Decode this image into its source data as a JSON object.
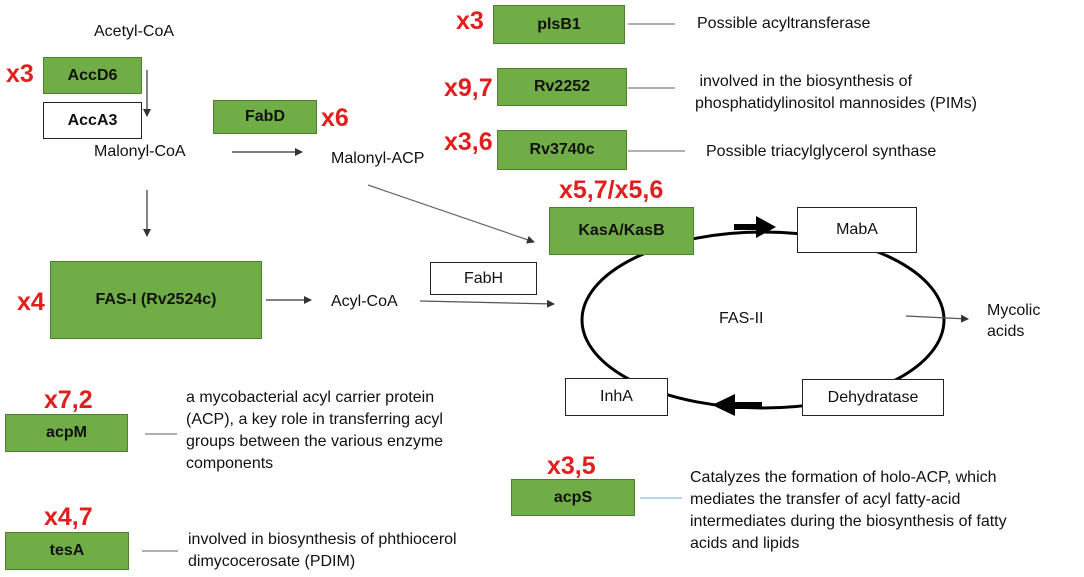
{
  "metabolites": {
    "acetyl_coa": "Acetyl-CoA",
    "malonyl_coa": "Malonyl-CoA",
    "malonyl_acp": "Malonyl-ACP",
    "acyl_coa": "Acyl-CoA",
    "fas_ii": "FAS-II",
    "mycolic_acids": "Mycolic\nacids"
  },
  "enzymes": {
    "accd6": {
      "label": "AccD6",
      "fold": "x3"
    },
    "acca3": {
      "label": "AccA3"
    },
    "fabd": {
      "label": "FabD",
      "fold": "x6"
    },
    "fas_i": {
      "label": "FAS-I (Rv2524c)",
      "fold": "x4"
    },
    "fabh": {
      "label": "FabH"
    },
    "kasab": {
      "label": "KasA/KasB",
      "fold": "x5,7/x5,6"
    },
    "maba": {
      "label": "MabA"
    },
    "inha": {
      "label": "InhA"
    },
    "dehydratase": {
      "label": "Dehydratase"
    }
  },
  "annotated_genes": [
    {
      "label": "plsB1",
      "fold": "x3",
      "note": "Possible acyltransferase"
    },
    {
      "label": "Rv2252",
      "fold": "x9,7",
      "note": " involved in the biosynthesis of\nphosphatidylinositol mannosides (PIMs)"
    },
    {
      "label": "Rv3740c",
      "fold": "x3,6",
      "note": "Possible triacylglycerol synthase"
    },
    {
      "label": "acpM",
      "fold": "x7,2",
      "note": "a mycobacterial acyl carrier protein\n(ACP), a key role in transferring acyl\ngroups between the various enzyme\ncomponents"
    },
    {
      "label": "tesA",
      "fold": "x4,7",
      "note": "involved in biosynthesis of phthiocerol\ndimycocerosate (PDIM)"
    },
    {
      "label": "acpS",
      "fold": "x3,5",
      "note": "Catalyzes the formation of holo-ACP, which\nmediates the transfer of acyl fatty-acid\nintermediates during the biosynthesis of fatty\nacids and lipids"
    }
  ],
  "colors": {
    "enzyme_fill": "#70ad47",
    "fold_label": "#e0201e",
    "connector": "#7f7f7f",
    "acps_connector": "#9dc3e6"
  }
}
